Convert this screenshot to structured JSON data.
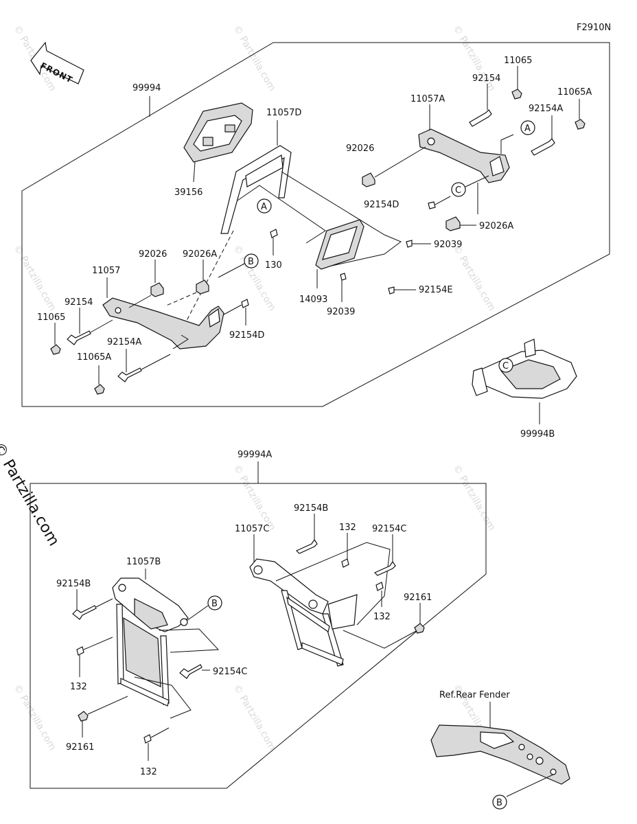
{
  "figure_id": "F2910N",
  "front_label": "FRONT",
  "copyright": "© Partzilla.com",
  "watermark": "© Partzilla.com",
  "callouts": {
    "a": "A",
    "b": "B",
    "c": "C"
  },
  "ref_label": "Ref.Rear Fender",
  "labels": {
    "p99994": "99994",
    "p11057D": "11057D",
    "p39156": "39156",
    "p130": "130",
    "p14093": "14093",
    "p92039_a": "92039",
    "p92039_b": "92039",
    "p92154E": "92154E",
    "p11065_top": "11065",
    "p92154_top": "92154",
    "p11057A": "11057A",
    "p11065A_top": "11065A",
    "p92154A_top": "92154A",
    "p92026_top": "92026",
    "p92154D_top": "92154D",
    "p92026A_top": "92026A",
    "p11057": "11057",
    "p92026_left": "92026",
    "p92026A_left": "92026A",
    "p92154_left": "92154",
    "p11065_left": "11065",
    "p92154A_left": "92154A",
    "p11065A_left": "11065A",
    "p92154D_left": "92154D",
    "p99994B": "99994B",
    "p99994A": "99994A",
    "p92154B_top": "92154B",
    "p11057C": "11057C",
    "p132_a": "132",
    "p92154C_top": "92154C",
    "p132_b": "132",
    "p92161_r": "92161",
    "p11057B": "11057B",
    "p92154B_left": "92154B",
    "p132_c": "132",
    "p92154C_left": "92154C",
    "p92161_l": "92161",
    "p132_d": "132"
  }
}
